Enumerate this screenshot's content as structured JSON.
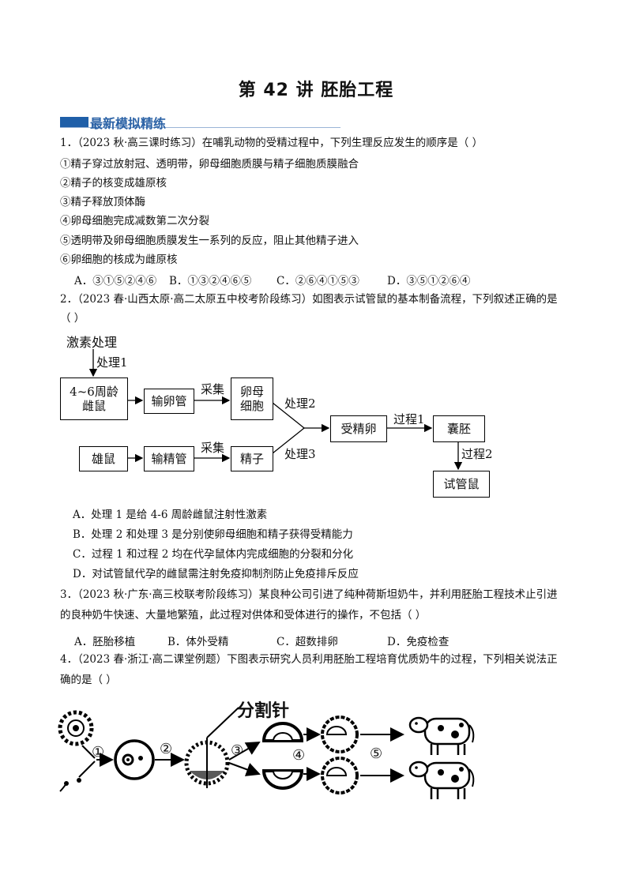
{
  "title": "第 42 讲  胚胎工程",
  "section": "最新模拟精练",
  "q1": {
    "stem": "1．（2023 秋·高三课时练习）在哺乳动物的受精过程中，下列生理反应发生的顺序是（    ）",
    "items": [
      "①精子穿过放射冠、透明带，卵母细胞质膜与精子细胞质膜融合",
      "②精子的核变成雄原核",
      "③精子释放顶体酶",
      "④卵母细胞完成减数第二次分裂",
      "⑤透明带及卵母细胞质膜发生一系列的反应，阻止其他精子进入",
      "⑥卵细胞的核成为雌原核"
    ],
    "options": [
      "A．③①⑤②④⑥",
      "B．①③②④⑥⑤",
      "C．②⑥④①⑤③",
      "D．③⑤①②⑥④"
    ]
  },
  "q2": {
    "stem1": "2．（2023 春·山西太原·高二太原五中校考阶段练习）如图表示试管鼠的基本制备流程，下列叙述正确的是",
    "stem2": "（      ）",
    "diagram": {
      "hormone": "激素处理",
      "treat1": "处理1",
      "female": "4~6周龄\n雌鼠",
      "oviduct": "输卵管",
      "collect1": "采集",
      "oocyte": "卵母\n细胞",
      "treat2": "处理2",
      "zygote": "受精卵",
      "process1": "过程1",
      "blastocyst": "囊胚",
      "process2": "过程2",
      "testmouse": "试管鼠",
      "male": "雄鼠",
      "vas": "输精管",
      "collect2": "采集",
      "sperm": "精子",
      "treat3": "处理3"
    },
    "options": [
      "A．处理 1 是给 4-6 周龄雌鼠注射性激素",
      "B．处理 2 和处理 3 是分别使卵母细胞和精子获得受精能力",
      "C．过程 1 和过程 2 均在代孕鼠体内完成细胞的分裂和分化",
      "D．对试管鼠代孕的雌鼠需注射免疫抑制剂防止免疫排斥反应"
    ]
  },
  "q3": {
    "stem1": "3．（2023 秋·广东·高三校联考阶段练习）某良种公司引进了纯种荷斯坦奶牛，并利用胚胎工程技术止引进",
    "stem2": "的良种奶牛快速、大量地繁殖，此过程对供体和受体进行的操作，不包括（    ）",
    "options": [
      "A．胚胎移植",
      "B．体外受精",
      "C．超数排卵",
      "D．免疫检查"
    ]
  },
  "q4": {
    "stem1": "4．（2023 春·浙江·高二课堂例题）下图表示研究人员利用胚胎工程培育优质奶牛的过程，下列相关说法正",
    "stem2": "确的是（      ）",
    "needle": "分割针",
    "steps": [
      "①",
      "②",
      "③",
      "④",
      "⑤"
    ]
  }
}
